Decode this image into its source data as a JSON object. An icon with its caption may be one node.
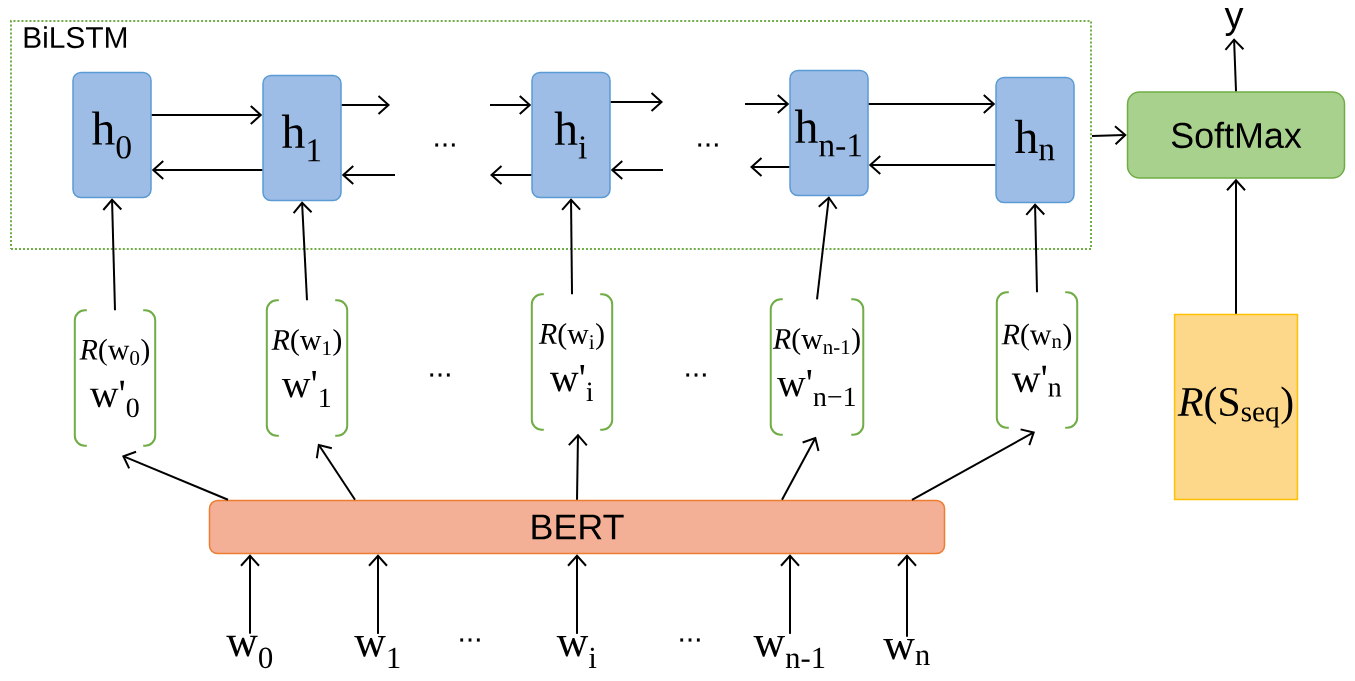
{
  "diagram": {
    "nodes": [
      {
        "text": [
          "BiLSTM"
        ]
      },
      {
        "text": [
          "h$_{0}$"
        ],
        "in": 0
      },
      {
        "text": [
          "h$_{1}$"
        ],
        "in": 0
      },
      {
        "text": [
          "h$_{i}$"
        ],
        "in": 0
      },
      {
        "text": [
          "h$_{n-1}$"
        ],
        "in": 0
      },
      {
        "text": [
          "h$_{n}$"
        ],
        "in": 0
      },
      {
        "text": [
          "SoftMax"
        ]
      },
      {
        "text": [
          "y"
        ]
      },
      {
        "text": [
          "*R*(w$_{0}$)",
          "w'$_{0}$"
        ]
      },
      {
        "text": [
          "*R*(w$_{1}$)",
          "w'$_{1}$"
        ]
      },
      {
        "text": [
          "*R*(w$_{i}$)",
          "w'$_{i}$"
        ]
      },
      {
        "text": [
          "*R*(w$_{n-1}$)",
          "w'$_{n−1}$"
        ]
      },
      {
        "text": [
          "*R*(w$_{n}$)",
          "w'$_{n}$"
        ]
      },
      {
        "text": [
          "*R*(S$_{seq}$)"
        ]
      },
      {
        "text": [
          "BERT"
        ]
      },
      {
        "text": [
          "w$_{0}$"
        ]
      },
      {
        "text": [
          "w$_{1}$"
        ]
      },
      {
        "text": [
          "w$_{i}$"
        ]
      },
      {
        "text": [
          "w$_{n-1}$"
        ]
      },
      {
        "text": [
          "w$_{n}$"
        ]
      }
    ],
    "edges": [
      {
        "from": 1,
        "to": 2,
        "arrow": "to"
      },
      {
        "from": 2,
        "to": 1,
        "arrow": "to"
      },
      {
        "from": 2,
        "to": null,
        "arrow": "to"
      },
      {
        "from": null,
        "to": 2,
        "arrow": "to"
      },
      {
        "from": null,
        "to": 3,
        "arrow": "to"
      },
      {
        "from": 3,
        "to": null,
        "arrow": "to"
      },
      {
        "from": 3,
        "to": null,
        "arrow": "to"
      },
      {
        "from": null,
        "to": 3,
        "arrow": "to"
      },
      {
        "from": null,
        "to": 4,
        "arrow": "to"
      },
      {
        "from": 4,
        "to": null,
        "arrow": "to"
      },
      {
        "from": 4,
        "to": 5,
        "arrow": "to"
      },
      {
        "from": 5,
        "to": 4,
        "arrow": "to"
      },
      {
        "from": 0,
        "to": 6,
        "arrow": "to"
      },
      {
        "from": 6,
        "to": 7,
        "arrow": "to"
      },
      {
        "from": 13,
        "to": 6,
        "arrow": "to"
      },
      {
        "from": 8,
        "to": 1,
        "arrow": "to"
      },
      {
        "from": 9,
        "to": 2,
        "arrow": "to"
      },
      {
        "from": 10,
        "to": 3,
        "arrow": "to"
      },
      {
        "from": 11,
        "to": 4,
        "arrow": "to"
      },
      {
        "from": 12,
        "to": 5,
        "arrow": "to"
      },
      {
        "from": 14,
        "to": 8,
        "arrow": "to"
      },
      {
        "from": 14,
        "to": 9,
        "arrow": "to"
      },
      {
        "from": 14,
        "to": 10,
        "arrow": "to"
      },
      {
        "from": 14,
        "to": 11,
        "arrow": "to"
      },
      {
        "from": 14,
        "to": 12,
        "arrow": "to"
      },
      {
        "from": 15,
        "to": 14,
        "arrow": "to"
      },
      {
        "from": 16,
        "to": 14,
        "arrow": "to"
      },
      {
        "from": 17,
        "to": 14,
        "arrow": "to"
      },
      {
        "from": 18,
        "to": 14,
        "arrow": "to"
      },
      {
        "from": 19,
        "to": 14,
        "arrow": "to"
      }
    ],
    "labels": [
      "...",
      "...",
      "...",
      "...",
      "...",
      "..."
    ]
  }
}
